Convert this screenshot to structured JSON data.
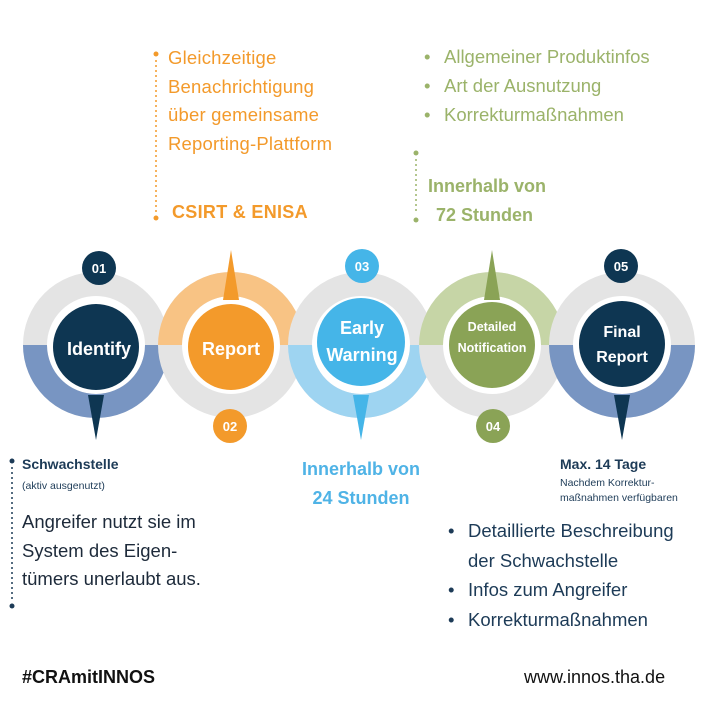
{
  "orange_block": {
    "lines": [
      "Gleichzeitige",
      "Benachrichtigung",
      "über gemeinsame",
      "Reporting-Plattform"
    ],
    "recipient": "CSIRT & ENISA"
  },
  "green_block": {
    "items": [
      "Allgemeiner Produktinfos",
      "Art der Ausnutzung",
      "Korrekturmaßnahmen"
    ],
    "deadline_line1": "Innerhalb von",
    "deadline_line2": "72 Stunden"
  },
  "steps": [
    {
      "number": "01",
      "label_line1": "Identify",
      "label_line2": ""
    },
    {
      "number": "02",
      "label_line1": "Report",
      "label_line2": ""
    },
    {
      "number": "03",
      "label_line1": "Early",
      "label_line2": "Warning"
    },
    {
      "number": "04",
      "label_line1": "Detailed",
      "label_line2": "Notification"
    },
    {
      "number": "05",
      "label_line1": "Final",
      "label_line2": "Report"
    }
  ],
  "colors": {
    "navy": "#0e3652",
    "orange": "#f39a2b",
    "light_orange": "#f8c384",
    "sky_blue": "#45b5e8",
    "light_blue": "#9ed4f1",
    "olive": "#8aa356",
    "light_olive": "#c6d5a6",
    "steel_blue": "#7895c2",
    "gray_ring": "#e4e4e4"
  },
  "blue_block": {
    "deadline_line1": "Innerhalb von",
    "deadline_line2": "24 Stunden"
  },
  "navy_left_block": {
    "title": "Schwachstelle",
    "subtitle": "(aktiv ausgenutzt)",
    "body_lines": [
      "Angreifer nutzt sie im",
      "System des Eigen-",
      "tümers unerlaubt aus."
    ]
  },
  "navy_right_block": {
    "title": "Max. 14 Tage",
    "sub_line1": "Nachdem Korrektur-",
    "sub_line2": "maßnahmen verfügbaren",
    "items": [
      {
        "line1": "Detaillierte Beschreibung",
        "line2": "der Schwachstelle"
      },
      {
        "line1": "Infos zum Angreifer",
        "line2": ""
      },
      {
        "line1": "Korrekturmaßnahmen",
        "line2": ""
      }
    ]
  },
  "footer": {
    "hashtag": "#CRAmitINNOS",
    "url": "www.innos.tha.de"
  }
}
